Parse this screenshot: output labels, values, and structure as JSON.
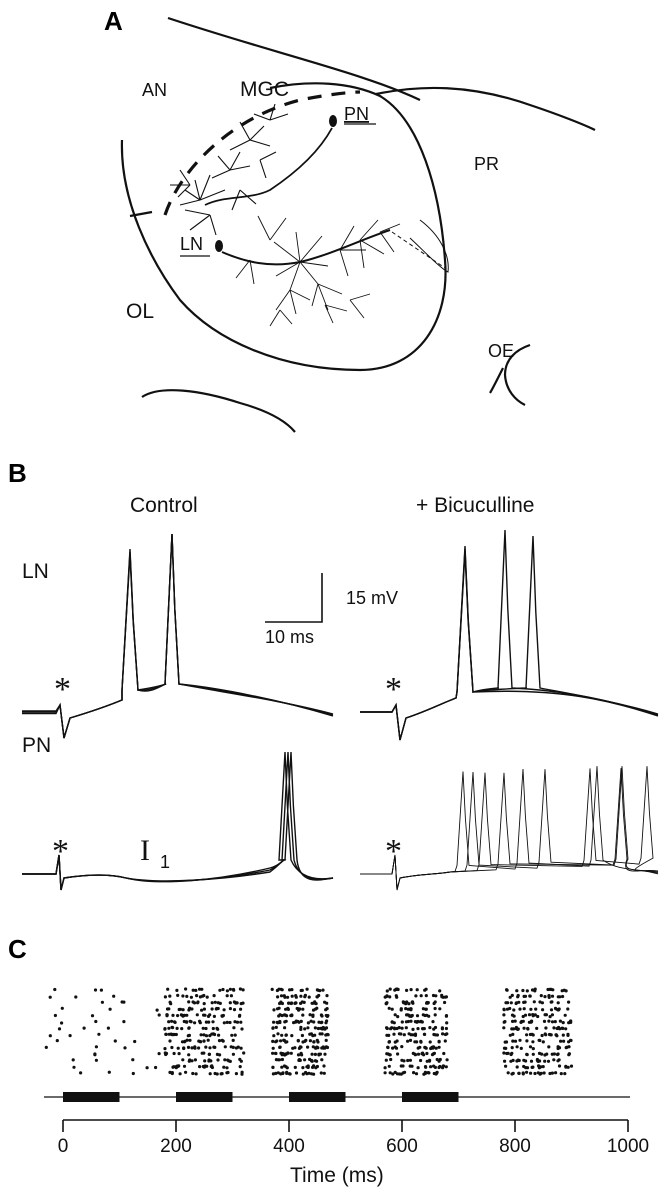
{
  "panels": {
    "a": {
      "letter": "A",
      "regions": {
        "an": "AN",
        "mgc": "MGC",
        "pn": "PN",
        "pr": "PR",
        "ln": "LN",
        "ol": "OL",
        "oe": "OE"
      }
    },
    "b": {
      "letter": "B",
      "condition_left": "Control",
      "condition_right": "+ Bicuculline",
      "row_top": "LN",
      "row_bottom": "PN",
      "scale_voltage": "15 mV",
      "scale_time": "10 ms",
      "stimulus_marker": "*",
      "annotation_symbol": "I",
      "annotation_subscript": "1"
    },
    "c": {
      "letter": "C",
      "xlabel": "Time (ms)",
      "tick_labels": [
        "0",
        "200",
        "400",
        "600",
        "800",
        "1000"
      ]
    }
  },
  "chart_data": [
    {
      "type": "line",
      "title": "",
      "panel": "B",
      "description_key": "LN and PN membrane potential traces, Control vs + Bicuculline",
      "conditions": [
        "Control",
        "+ Bicuculline"
      ],
      "cells": [
        "LN",
        "PN"
      ],
      "scale_bar": {
        "voltage_mV": 15,
        "time_ms": 10
      },
      "spike_counts": {
        "LN_control": 2,
        "LN_bicuculline": 3,
        "PN_control": 1,
        "PN_bicuculline": 11
      }
    },
    {
      "type": "scatter",
      "title": "",
      "panel": "C",
      "xlabel": "Time (ms)",
      "xlim": [
        0,
        1000
      ],
      "x_ticks": [
        0,
        200,
        400,
        600,
        800,
        1000
      ],
      "stimulus_periods_ms": [
        [
          0,
          100
        ],
        [
          200,
          300
        ],
        [
          400,
          500
        ],
        [
          600,
          700
        ]
      ],
      "raster_groups_ms": [
        {
          "start": -40,
          "end": 180,
          "density": "sparse"
        },
        {
          "start": 180,
          "end": 320,
          "density": "dense"
        },
        {
          "start": 370,
          "end": 470,
          "density": "dense"
        },
        {
          "start": 570,
          "end": 680,
          "density": "dense"
        },
        {
          "start": 780,
          "end": 900,
          "density": "dense"
        }
      ]
    }
  ]
}
